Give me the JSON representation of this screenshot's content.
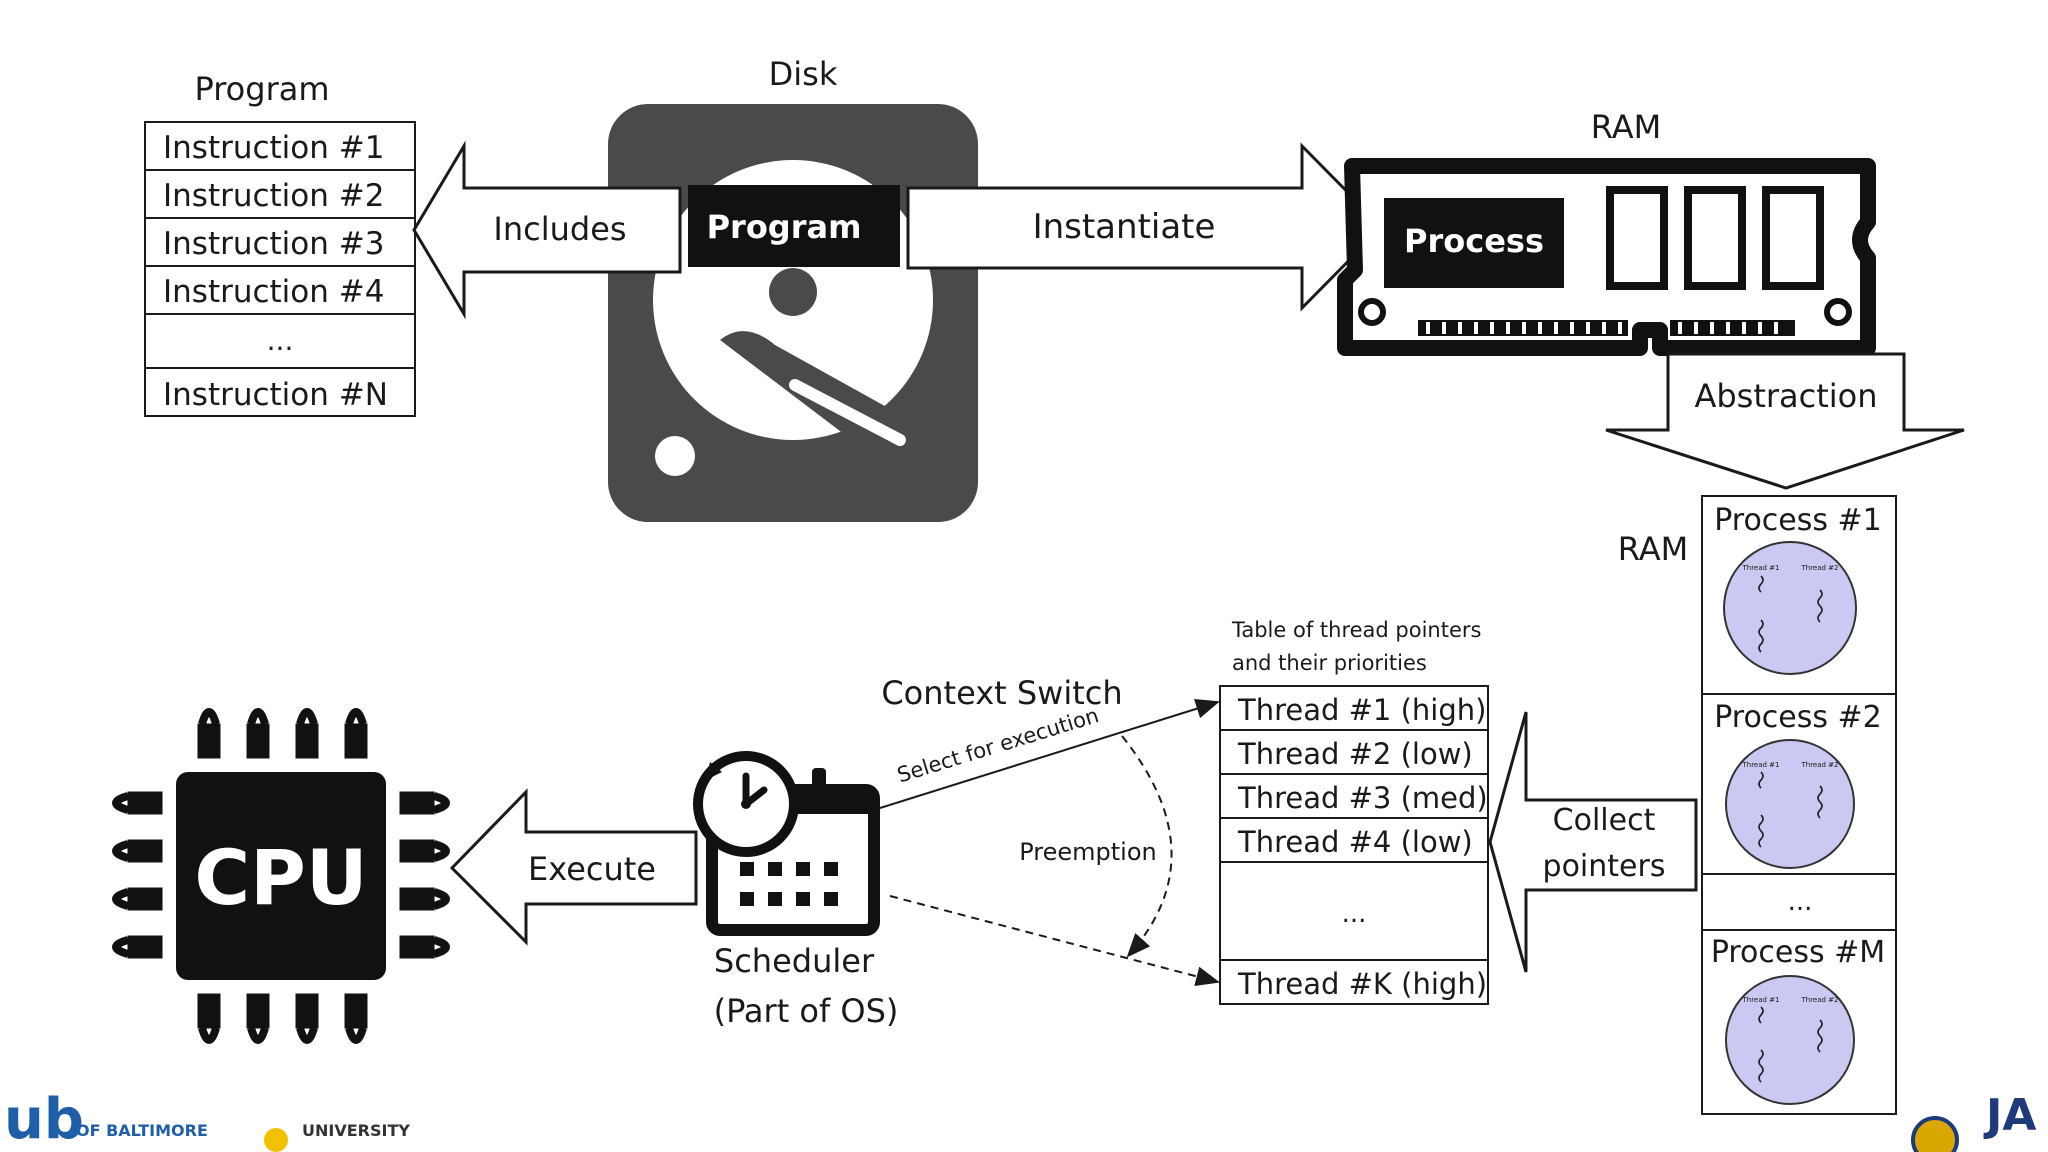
{
  "program_list": {
    "title": "Program",
    "instructions": [
      "Instruction #1",
      "Instruction #2",
      "Instruction #3",
      "Instruction #4",
      "...",
      "Instruction #N"
    ]
  },
  "disk": {
    "label": "Disk",
    "program_label": "Program"
  },
  "arrows": {
    "includes": "Includes",
    "instantiate": "Instantiate",
    "abstraction": "Abstraction",
    "execute": "Execute",
    "collect_line1": "Collect",
    "collect_line2": "pointers"
  },
  "ram_top": {
    "label": "RAM",
    "process_label": "Process"
  },
  "ram_right": {
    "label": "RAM",
    "processes": [
      "Process #1",
      "Process #2",
      "Process #M"
    ],
    "ellipsis": "...",
    "thread_labels": [
      "Thread #1",
      "Thread #2"
    ]
  },
  "thread_table": {
    "caption_line1": "Table of thread pointers",
    "caption_line2": "and their priorities",
    "rows": [
      "Thread #1 (high)",
      "Thread #2 (low)",
      "Thread #3 (med)",
      "Thread #4 (low)",
      "...",
      "Thread #K (high)"
    ]
  },
  "scheduler": {
    "context_switch": "Context Switch",
    "select_label": "Select for execution",
    "preemption": "Preemption",
    "line1": "Scheduler",
    "line2": "(Part of OS)"
  },
  "cpu": {
    "label": "CPU"
  },
  "footer": {
    "logo_left": "ub",
    "logo_left_sub": "OF BALTIMORE",
    "logo_mid_sub": "UNIVERSITY",
    "logo_right": "JA"
  },
  "colors": {
    "dark": "#4a4a4a",
    "black": "#111111",
    "process_fill": "#c9c9f2",
    "footer_blue": "#1f5fa8"
  }
}
